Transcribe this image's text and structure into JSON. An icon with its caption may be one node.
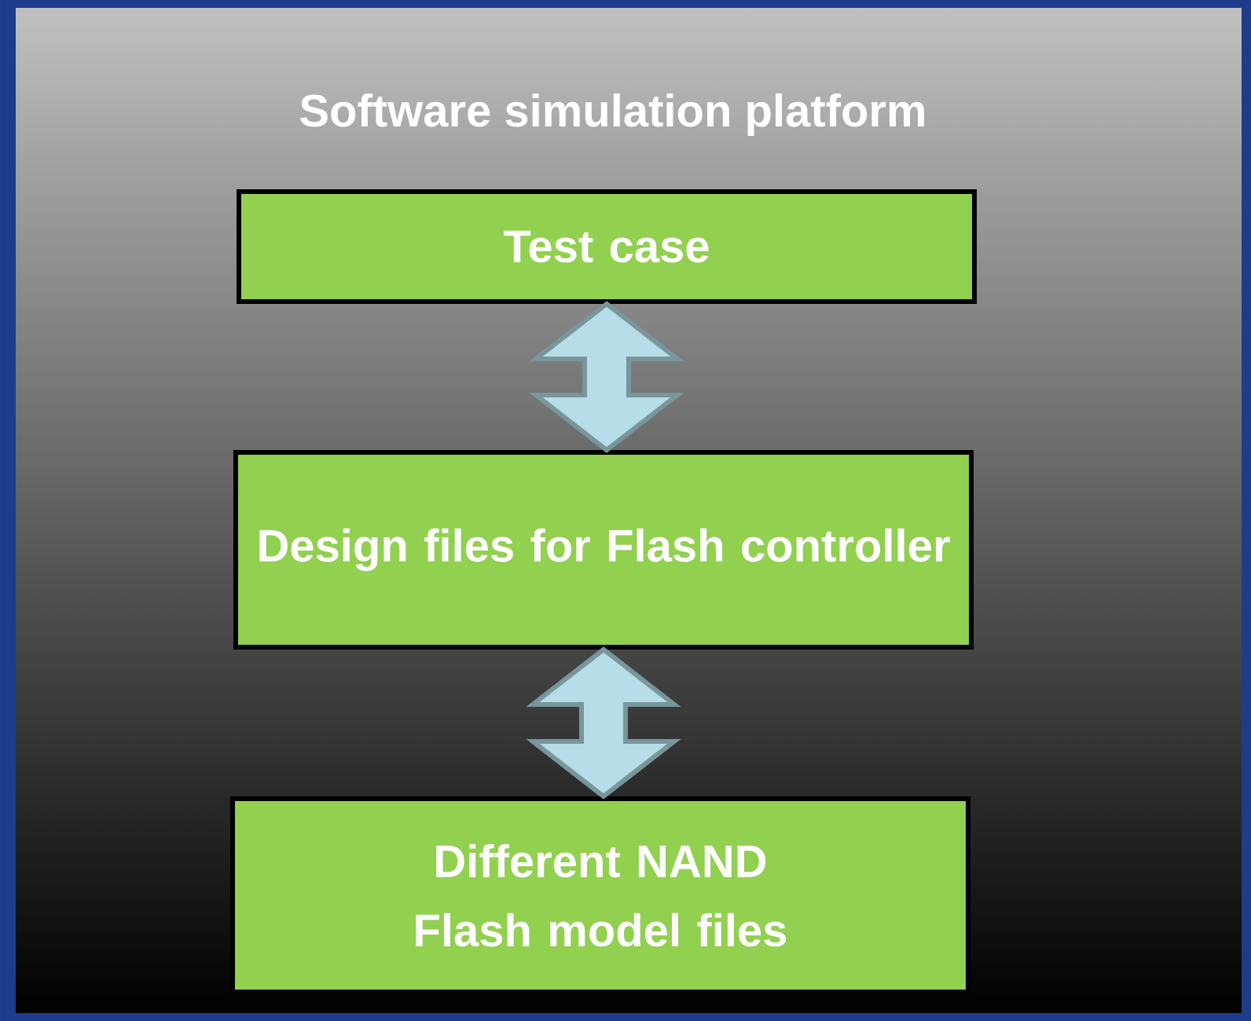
{
  "diagram": {
    "title": "Software simulation platform",
    "nodes": [
      {
        "text": [
          "Test case"
        ]
      },
      {
        "text": [
          "Design files for Flash controller"
        ]
      },
      {
        "text": [
          "Different NAND Flash model files"
        ]
      }
    ],
    "edges": [
      {
        "from": 0,
        "to": 1,
        "arrow": "both"
      },
      {
        "from": 1,
        "to": 2,
        "arrow": "both"
      }
    ]
  }
}
